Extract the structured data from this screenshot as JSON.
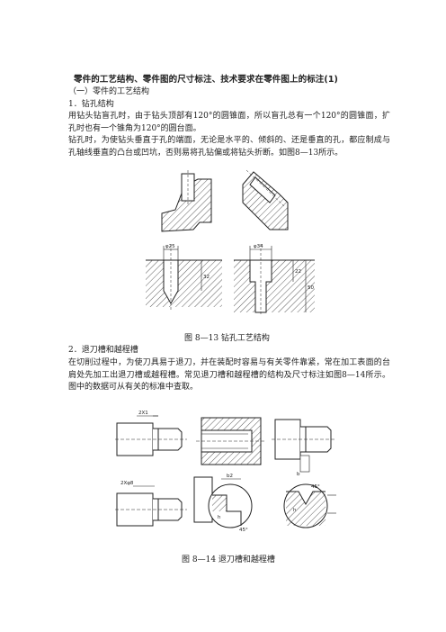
{
  "document": {
    "title": "零件的工艺结构、零件图的尺寸标注、技术要求在零件图上的标注(1)",
    "section_heading": "（一）零件的工艺结构",
    "drilling": {
      "heading": "1．钻孔结构",
      "para1": "用钻头钻盲孔时，由于钻头顶部有120°的圆锥面，所以盲孔总有一个120°的圆锥面，扩孔时也有一个锥角为120°的圆台面。",
      "para2": "钻孔时，为使钻头垂直于孔的端面，无论是水平的、倾斜的、还是垂直的孔，都应制成与孔轴线垂直的凸台或凹坑，否则易将孔钻偏或将钻头折断。如图8—13所示。",
      "figure_caption": "图 8—13 钻孔工艺结构",
      "labels": {
        "d1": "φ25",
        "d2": "φ34",
        "h1": "32",
        "h2": "22",
        "h3": "50"
      }
    },
    "groove": {
      "heading": "2．退刀槽和越程槽",
      "para": "在切削过程中，为使刀具易于退刀，并在装配时容易与有关零件靠紧，常在加工表面的台肩处先加工出退刀槽或越程槽。常见退刀槽和越程槽的结构及尺寸标注如图8—14所示。图中的数据可从有关的标准中查取。",
      "figure_caption": "图 8—14 退刀槽和越程槽",
      "labels": {
        "a": "2X1",
        "b": "2Xφ8",
        "c": "b2",
        "d": "h",
        "e": "45°",
        "f": "b",
        "g": "45°",
        "h": "h"
      }
    }
  }
}
